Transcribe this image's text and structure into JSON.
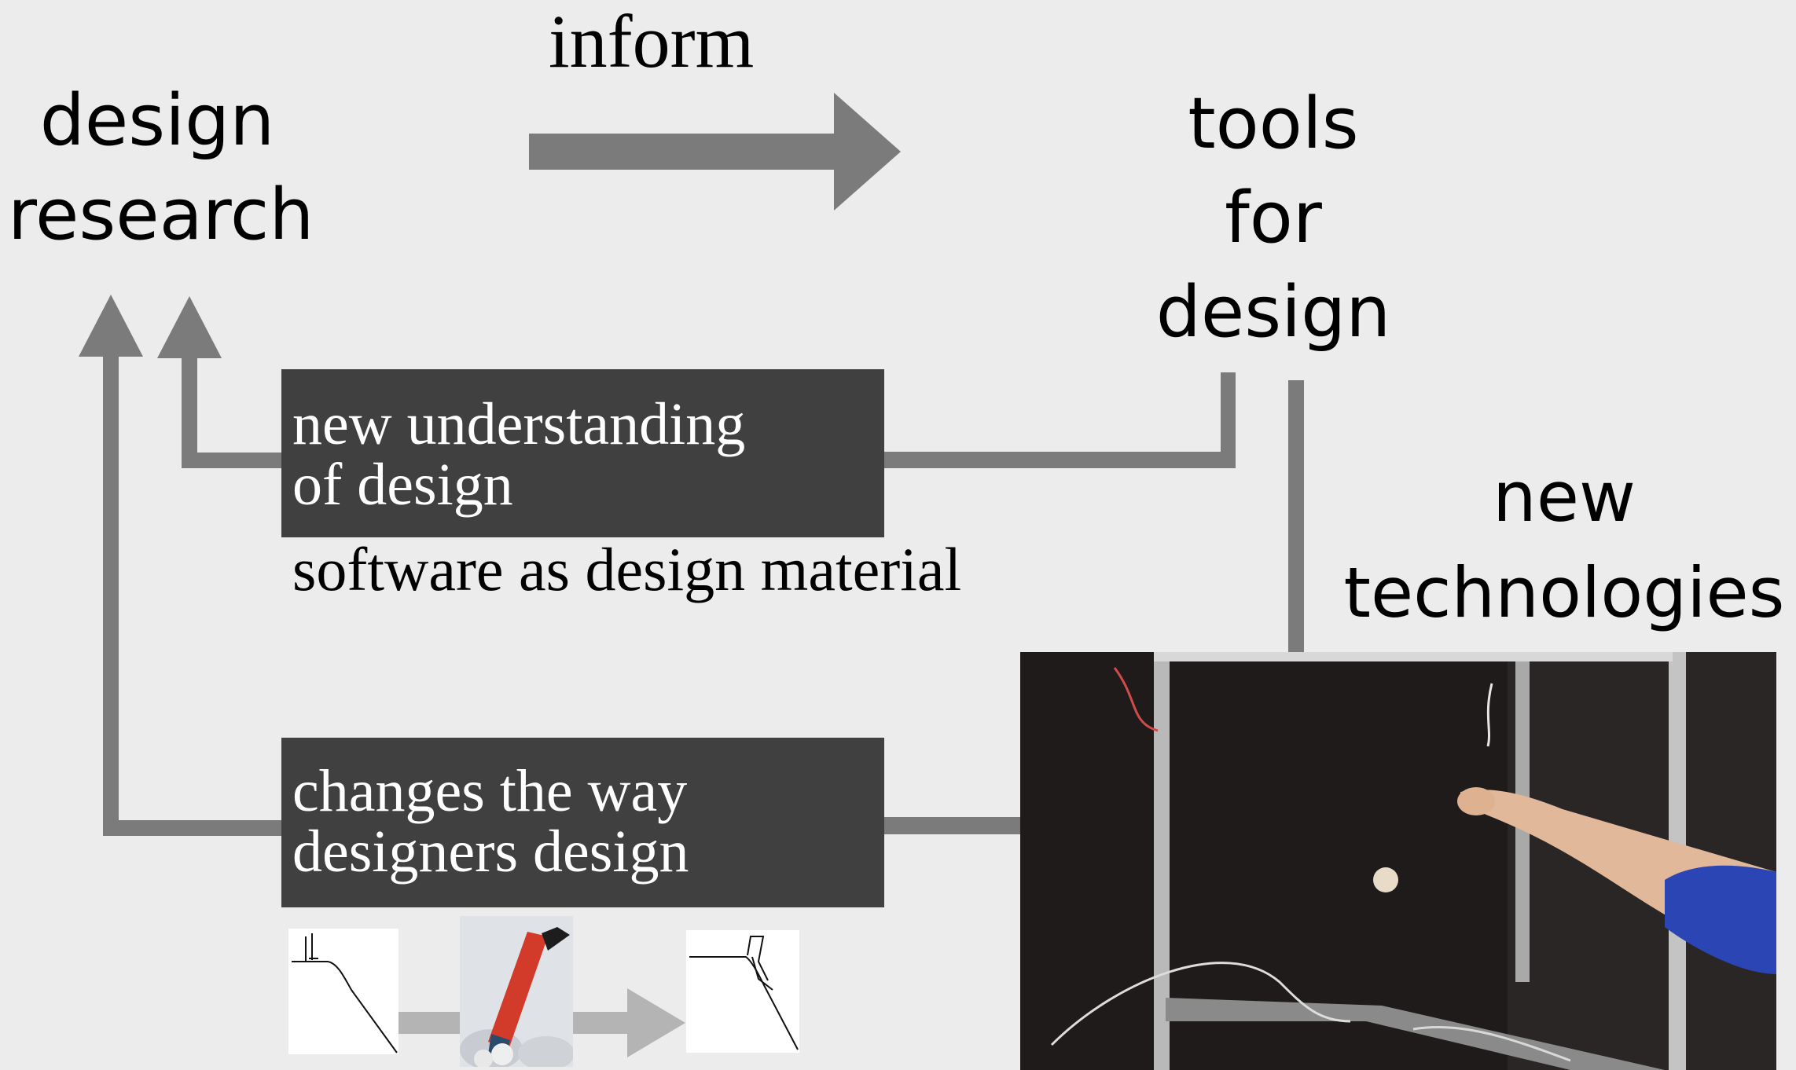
{
  "labels": {
    "inform": "inform",
    "design_research": [
      "design",
      "research"
    ],
    "tools_for_design": [
      "tools",
      "for",
      "design"
    ],
    "new_technologies": [
      "new",
      "technologies"
    ],
    "software_material": "software as design material"
  },
  "boxes": {
    "understanding": [
      "new understanding",
      "of design"
    ],
    "changes": [
      "changes the way",
      "designers design"
    ]
  },
  "colors": {
    "background": "#ececec",
    "arrow": "#7b7b7b",
    "box": "#404040",
    "box_text": "#ffffff",
    "sketch_arrow": "#b4b4b4"
  }
}
